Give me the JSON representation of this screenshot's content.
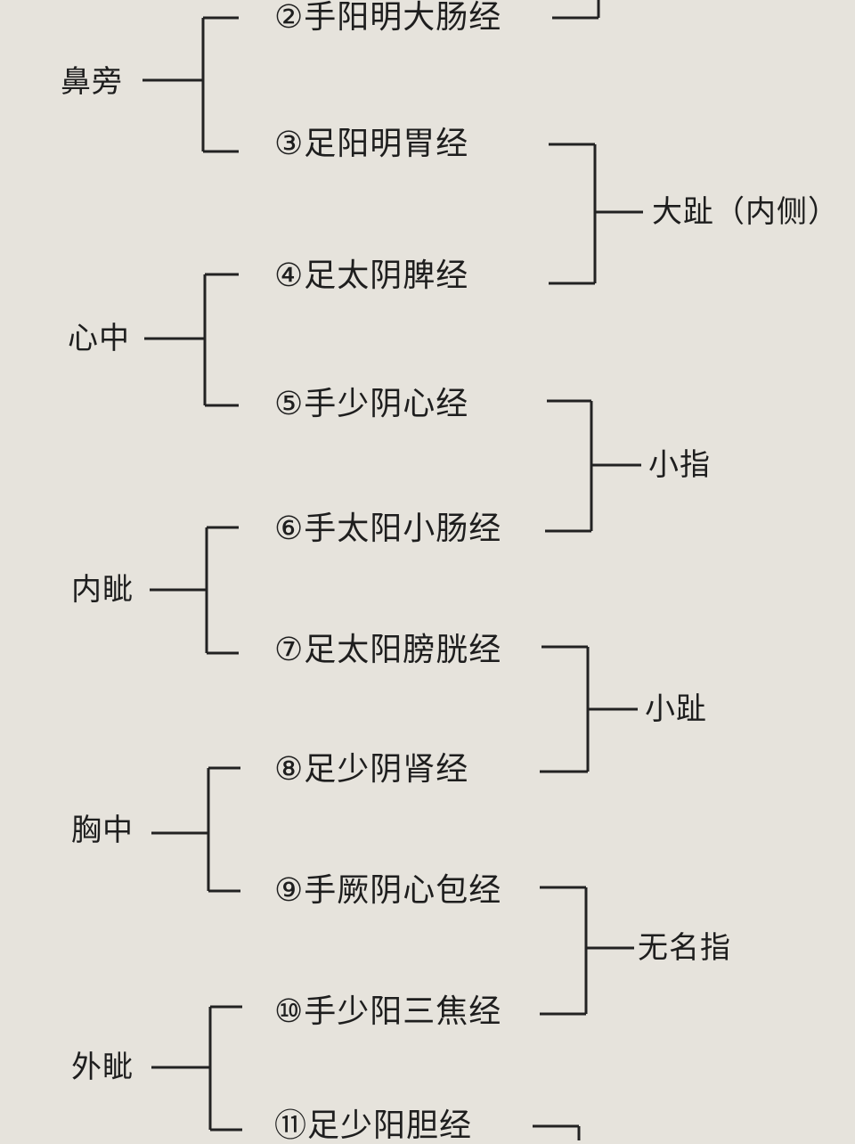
{
  "left_groups": [
    {
      "label": "鼻旁"
    },
    {
      "label": "心中"
    },
    {
      "label": "内眦"
    },
    {
      "label": "胸中"
    },
    {
      "label": "外眦"
    }
  ],
  "meridians": [
    {
      "label": "②手阳明大肠经"
    },
    {
      "label": "③足阳明胃经"
    },
    {
      "label": "④足太阴脾经"
    },
    {
      "label": "⑤手少阴心经"
    },
    {
      "label": "⑥手太阳小肠经"
    },
    {
      "label": "⑦足太阳膀胱经"
    },
    {
      "label": "⑧足少阴肾经"
    },
    {
      "label": "⑨手厥阴心包经"
    },
    {
      "label": "⑩手少阳三焦经"
    },
    {
      "label": "⑪足少阳胆经"
    }
  ],
  "right_groups": [
    {
      "label": "大趾（内侧）"
    },
    {
      "label": "小指"
    },
    {
      "label": "小趾"
    },
    {
      "label": "无名指"
    }
  ]
}
